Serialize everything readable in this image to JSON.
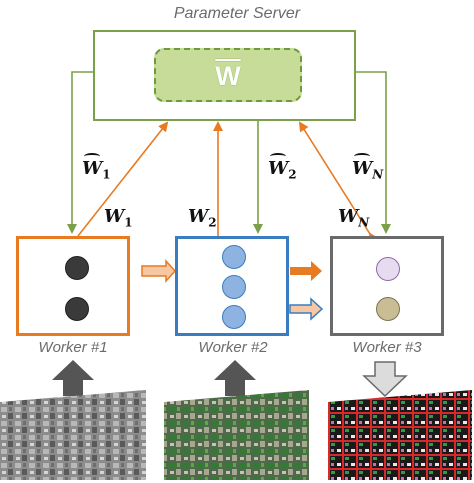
{
  "diagram": {
    "server": {
      "title": "Parameter Server",
      "global_weight": "W"
    },
    "downlinks": [
      {
        "symbol": "W",
        "subscript": "1",
        "hat": true
      },
      {
        "symbol": "W",
        "subscript": "2",
        "hat": true
      },
      {
        "symbol": "W",
        "subscript": "N",
        "hat": true
      }
    ],
    "uplinks": [
      {
        "symbol": "W",
        "subscript": "1"
      },
      {
        "symbol": "W",
        "subscript": "2"
      },
      {
        "symbol": "W",
        "subscript": "N"
      }
    ],
    "workers": [
      {
        "label": "Worker #1",
        "border_color": "#e87a22"
      },
      {
        "label": "Worker #2",
        "border_color": "#3a7cc0"
      },
      {
        "label": "Worker #3",
        "border_color": "#6a6a6a"
      }
    ],
    "colors": {
      "server_green": "#7aa147",
      "orange_arrow": "#e87a22",
      "blue_arrow": "#3a7cc0",
      "dark_dot": "#3a3a3a",
      "blue_dot": "#8fb3e0",
      "lavender_dot": "#e6dcef",
      "olive_dot": "#c9bd95"
    },
    "input_images": [
      "grayscale-aerial-image",
      "color-aerial-image",
      "classification-map-image"
    ]
  }
}
